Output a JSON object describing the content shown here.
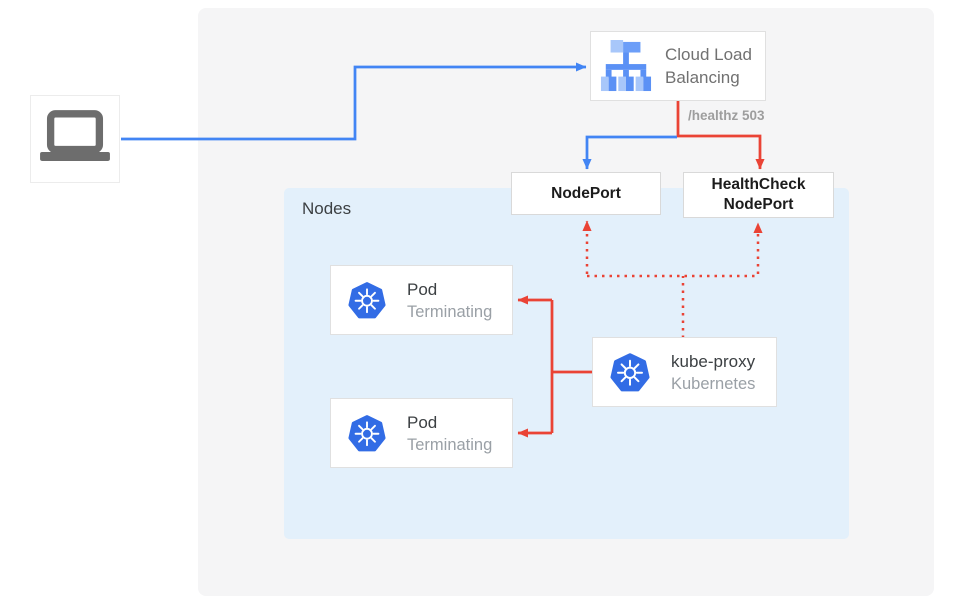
{
  "colors": {
    "blue_flow": "#4285F4",
    "red_flow": "#EA4335",
    "kubernetes_blue": "#326CE5",
    "gcp_icon_blue": "#6C9EF8",
    "gcp_icon_light_blue": "#A8C7FA",
    "outer_panel_bg": "#F5F5F6",
    "nodes_panel_bg": "#E3F0FB",
    "dark_text": "#3C4043",
    "gray_text": "#717171",
    "muted_text": "#9E9E9E"
  },
  "icons": {
    "client": "laptop-icon",
    "cloud_load_balancing": "cloud-load-balancing-icon",
    "pods_and_kube_proxy": "kubernetes-icon"
  },
  "nodes_panel": {
    "label": "Nodes"
  },
  "cloud_load_balancing": {
    "line1": "Cloud Load",
    "line2": "Balancing"
  },
  "health_check": {
    "label": "/healthz 503"
  },
  "node_port": {
    "label": "NodePort"
  },
  "health_check_node_port": {
    "line1": "HealthCheck",
    "line2": "NodePort"
  },
  "pods": [
    {
      "title": "Pod",
      "status": "Terminating"
    },
    {
      "title": "Pod",
      "status": "Terminating"
    }
  ],
  "kube_proxy": {
    "title": "kube-proxy",
    "subtitle": "Kubernetes"
  }
}
